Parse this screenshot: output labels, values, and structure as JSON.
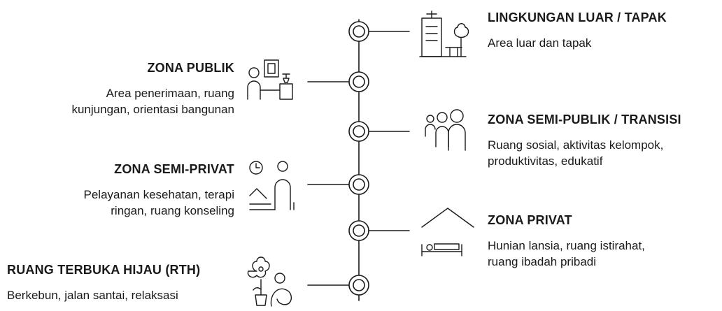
{
  "zones_right": [
    {
      "id": "luar",
      "title": "LINGKUNGAN LUAR / TAPAK",
      "desc": "Area luar dan tapak",
      "icon": "building-tree-icon"
    },
    {
      "id": "semi-publik",
      "title": "ZONA SEMI-PUBLIK / TRANSISI",
      "desc": "Ruang sosial, aktivitas kelompok,\nproduktivitas, edukatif",
      "icon": "group-people-icon"
    },
    {
      "id": "privat",
      "title": "ZONA PRIVAT",
      "desc": "Hunian lansia, ruang istirahat,\nruang ibadah pribadi",
      "icon": "house-bed-icon"
    }
  ],
  "zones_left": [
    {
      "id": "publik",
      "title": "ZONA PUBLIK",
      "desc": "Area penerimaan, ruang\nkunjungan, orientasi bangunan",
      "icon": "reception-desk-icon"
    },
    {
      "id": "semi-privat",
      "title": "ZONA SEMI-PRIVAT",
      "desc": "Pelayanan kesehatan, terapi\nringan, ruang konseling",
      "icon": "clock-therapy-icon"
    },
    {
      "id": "rth",
      "title": "RUANG TERBUKA HIJAU (RTH)",
      "desc": "Berkebun, jalan santai, relaksasi",
      "icon": "flower-gardener-icon"
    }
  ],
  "colors": {
    "line": "#1a1a1a",
    "text": "#1a1a1a",
    "background": "#ffffff"
  }
}
